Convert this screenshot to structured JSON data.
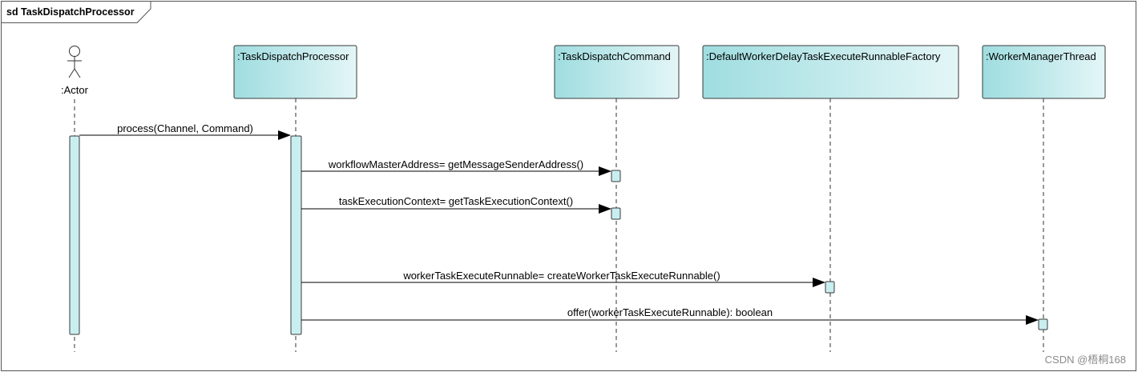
{
  "diagram": {
    "title": "sd TaskDispatchProcessor",
    "actor": {
      "label": ":Actor"
    },
    "lifelines": [
      {
        "label": ":TaskDispatchProcessor"
      },
      {
        "label": ":TaskDispatchCommand"
      },
      {
        "label": ":DefaultWorkerDelayTaskExecuteRunnableFactory"
      },
      {
        "label": ":WorkerManagerThread"
      }
    ],
    "messages": [
      {
        "label": "process(Channel, Command)"
      },
      {
        "label": "workflowMasterAddress= getMessageSenderAddress()"
      },
      {
        "label": "taskExecutionContext= getTaskExecutionContext()"
      },
      {
        "label": "workerTaskExecuteRunnable= createWorkerTaskExecuteRunnable()"
      },
      {
        "label": "offer(workerTaskExecuteRunnable): boolean"
      }
    ]
  },
  "colors": {
    "lifeline_fill_left": "#9fdde0",
    "lifeline_fill_right": "#e4f6f7",
    "activation_fill": "#c8eef0",
    "border": "#3a3a3a"
  },
  "watermark": "CSDN @梧桐168"
}
